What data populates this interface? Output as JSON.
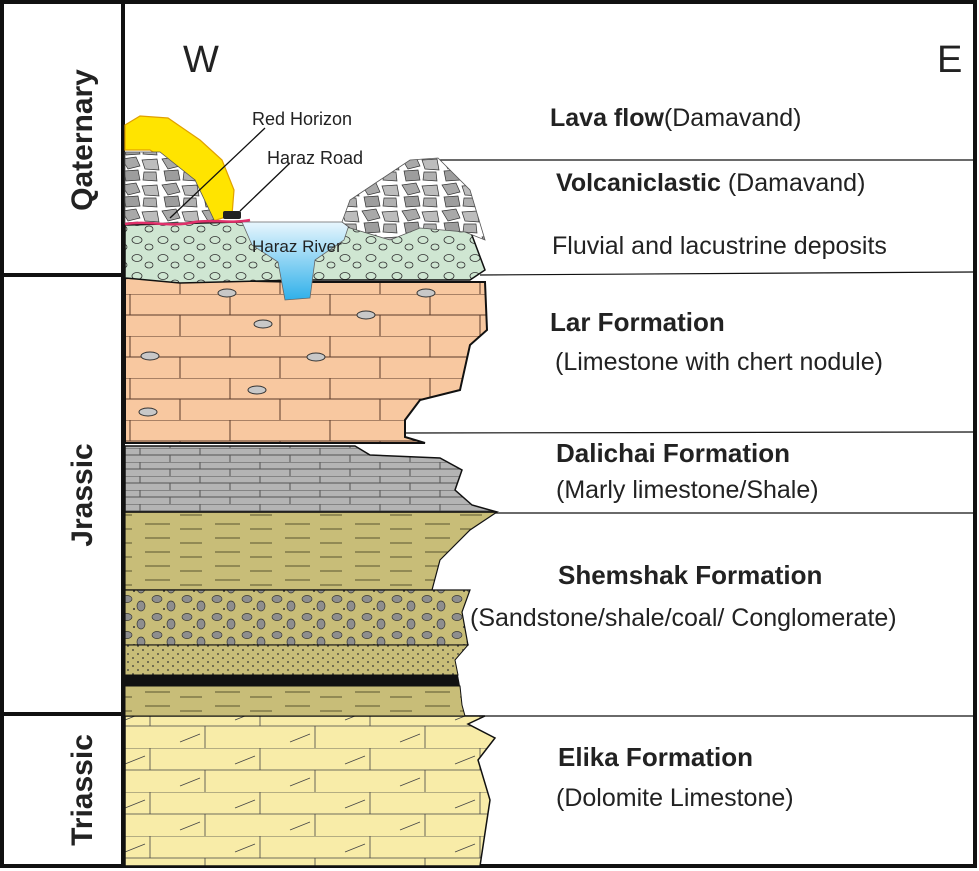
{
  "directions": {
    "west": "W",
    "east": "E"
  },
  "periods": [
    {
      "name": "Qaternary"
    },
    {
      "name": "Jrassic"
    },
    {
      "name": "Triassic"
    }
  ],
  "annotations": {
    "red_horizon": "Red Horizon",
    "haraz_road": "Haraz Road",
    "haraz_river": "Haraz River"
  },
  "units": [
    {
      "title": "Lava flow",
      "subtitle": "(Damavand)"
    },
    {
      "title": "Volcaniclastic",
      "subtitle": " (Damavand)"
    },
    {
      "title": "",
      "subtitle": "Fluvial and lacustrine deposits"
    },
    {
      "title": "Lar Formation",
      "subtitle": "(Limestone with chert nodule)"
    },
    {
      "title": "Dalichai Formation",
      "subtitle": "(Marly limestone/Shale)"
    },
    {
      "title": "Shemshak Formation",
      "subtitle": "(Sandstone/shale/coal/ Conglomerate)"
    },
    {
      "title": "Elika Formation",
      "subtitle": "(Dolomite Limestone)"
    }
  ],
  "colors": {
    "lava": "#ffe400",
    "rock": "#a9a9a9",
    "fluvial": "#cfe6d2",
    "river": "#55c0ef",
    "lar": "#f8c8a0",
    "dalichai": "#b4b4b4",
    "shemshak": "#c8bd78",
    "elika": "#f8eca8",
    "red_horizon": "#e0306a"
  }
}
